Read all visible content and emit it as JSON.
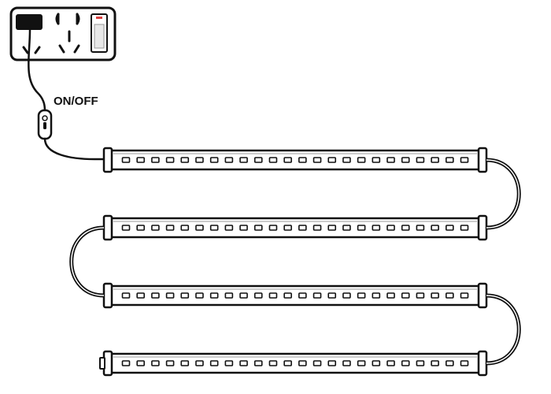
{
  "switch": {
    "label": "ON/OFF"
  },
  "strip": {
    "count": 4,
    "leds_per_bar": 24
  },
  "colors": {
    "stroke": "#111111",
    "background": "#ffffff",
    "plug": "#111111",
    "outlet_switch_mark": "#d94040"
  }
}
